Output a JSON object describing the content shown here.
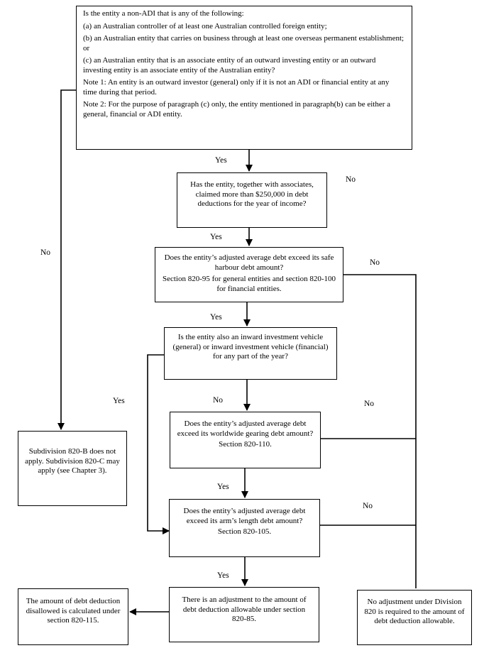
{
  "boxes": {
    "b1": {
      "lines": [
        "Is the entity a non-ADI that is any of the following:",
        "(a)  an Australian controller of at least one Australian controlled foreign entity;",
        "(b)  an Australian entity that carries on business through at least one overseas permanent establishment; or",
        "(c)  an Australian entity that is an associate entity of an outward investing entity or an outward investing entity is an associate entity of the Australian entity?",
        "Note 1:  An entity is an outward investor (general) only if it is not an ADI or financial entity at any time during that period.",
        "Note 2:  For the purpose of paragraph (c) only, the entity mentioned in paragraph(b) can be either a general, financial or ADI entity."
      ]
    },
    "b2": {
      "text": "Has the entity, together with associates, claimed more than $250,000 in debt deductions for the year of income?"
    },
    "b3": {
      "text": "Does the entity’s adjusted average debt exceed its safe harbour debt amount?",
      "ref": "Section 820-95 for general entities and section 820-100 for financial entities."
    },
    "b4": {
      "text": "Is the entity also an inward investment vehicle (general) or inward investment vehicle (financial) for any part of the year?"
    },
    "b5": {
      "text": "Does the entity’s adjusted average debt exceed its worldwide gearing debt amount?",
      "ref": "Section 820-110."
    },
    "b6": {
      "text": "Does the entity’s adjusted average debt exceed its arm’s length debt amount?",
      "ref": "Section 820-105."
    },
    "b7": {
      "text": "There is an adjustment to the amount of debt deduction allowable under section 820-85."
    },
    "b8": {
      "text": "The amount of debt deduction disallowed is calculated under section 820-115."
    },
    "b9": {
      "text": "Subdivision 820-B does not apply. Subdivision 820-C may apply (see Chapter 3)."
    },
    "b10": {
      "text": "No adjustment under Division 820 is required to the amount of debt deduction allowable."
    }
  },
  "edge_labels": {
    "yes_b1": "Yes",
    "no_b1": "No",
    "no_b2": "No",
    "yes_b2": "Yes",
    "no_b3": "No",
    "yes_b3": "Yes",
    "yes_b4": "Yes",
    "no_b4": "No",
    "no_b5": "No",
    "yes_b5": "Yes",
    "no_b6": "No",
    "yes_b6": "Yes"
  }
}
